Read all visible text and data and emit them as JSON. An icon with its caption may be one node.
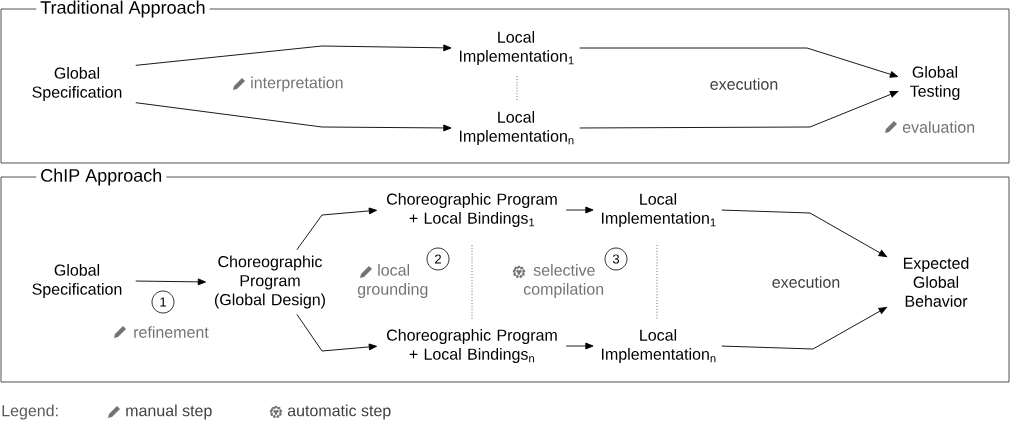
{
  "diagram": {
    "nodes": [
      {
        "text": [
          "Traditional Approach"
        ]
      },
      {
        "text": [
          "Global Specification"
        ],
        "in": 0
      },
      {
        "text": [
          "Local Implementation$_{1}$"
        ],
        "in": 0
      },
      {
        "text": [
          "Local Implementation$_{n}$"
        ],
        "in": 0
      },
      {
        "text": [
          "Global Testing"
        ],
        "in": 0
      },
      {
        "text": [
          "ChIP Approach"
        ]
      },
      {
        "text": [
          "Global Specification"
        ],
        "in": 5
      },
      {
        "text": [
          "Choreographic Program (Global Design)"
        ],
        "in": 5
      },
      {
        "text": [
          "Choreographic Program + Local Bindings$_{1}$"
        ],
        "in": 5
      },
      {
        "text": [
          "Local Implementation$_{1}$"
        ],
        "in": 5
      },
      {
        "text": [
          "Choreographic Program + Local Bindings$_{n}$"
        ],
        "in": 5
      },
      {
        "text": [
          "Local Implementation$_{n}$"
        ],
        "in": 5
      },
      {
        "text": [
          "Expected Global Behavior"
        ],
        "in": 5
      },
      {
        "text": [
          "1"
        ],
        "in": 5
      },
      {
        "text": [
          "2"
        ],
        "in": 5
      },
      {
        "text": [
          "3"
        ],
        "in": 5
      }
    ],
    "edges": [
      {
        "from": 1,
        "to": 2,
        "arrow": "to"
      },
      {
        "from": 1,
        "to": 3,
        "arrow": "to"
      },
      {
        "from": 2,
        "to": 4,
        "arrow": "to"
      },
      {
        "from": 3,
        "to": 4,
        "arrow": "to"
      },
      {
        "from": 6,
        "to": 7,
        "arrow": "to"
      },
      {
        "from": 7,
        "to": 8,
        "arrow": "to"
      },
      {
        "from": 7,
        "to": 10,
        "arrow": "to"
      },
      {
        "from": 8,
        "to": 9,
        "arrow": "to"
      },
      {
        "from": 10,
        "to": 11,
        "arrow": "to"
      },
      {
        "from": 9,
        "to": 12,
        "arrow": "to"
      },
      {
        "from": 11,
        "to": 12,
        "arrow": "to"
      }
    ],
    "labels": [
      "interpretation",
      "execution",
      "evaluation",
      "local grounding",
      "selective compilation",
      "execution",
      "refinement",
      "Legend:"
    ],
    "legend": [
      {
        "text": "manual step"
      },
      {
        "text": "automatic step"
      }
    ]
  }
}
